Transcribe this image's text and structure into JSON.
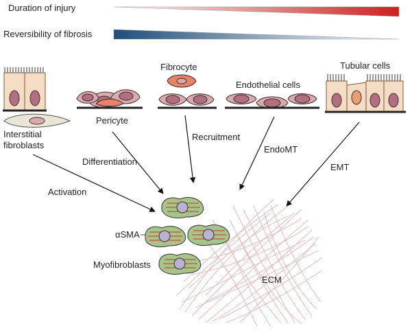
{
  "gradients": {
    "duration": {
      "label": "Duration of injury",
      "color_start": "#ffffff",
      "color_end": "#cc2020"
    },
    "reversibility": {
      "label": "Reversibility of fibrosis",
      "color_start": "#1f4e7a",
      "color_end": "#ffffff"
    }
  },
  "sources": {
    "interstitial": "Interstitial\nfibroblasts",
    "pericyte": "Pericyte",
    "fibrocyte": "Fibrocyte",
    "endothelial": "Endothelial cells",
    "tubular": "Tubular cells"
  },
  "processes": {
    "activation": "Activation",
    "differentiation": "Differentiation",
    "recruitment": "Recruitment",
    "endomt": "EndoMT",
    "emt": "EMT"
  },
  "targets": {
    "asma": "αSMA",
    "myofibroblasts": "Myofibroblasts",
    "ecm": "ECM"
  },
  "colors": {
    "cell_body": "#d9aab0",
    "nucleus": "#b07080",
    "tubular_cell": "#f5dcc4",
    "fibrocyte_body": "#e8836a",
    "myofibroblast": "#a9c48a",
    "myo_nucleus": "#b9b2d0",
    "actin_fiber": "#c0392b",
    "ecm_fiber": "#e8c8c8"
  }
}
